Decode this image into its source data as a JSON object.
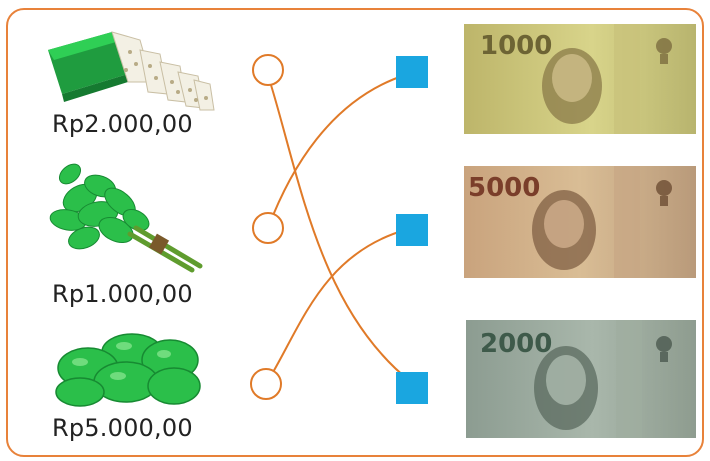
{
  "items": [
    {
      "name": "tempe",
      "price": "Rp2.000,00",
      "icon": "tempe-icon"
    },
    {
      "name": "kangkung",
      "price": "Rp1.000,00",
      "icon": "vegetable-bunch-icon"
    },
    {
      "name": "jeruk",
      "price": "Rp5.000,00",
      "icon": "green-fruits-icon"
    }
  ],
  "notes": [
    {
      "value": "1000",
      "icon": "banknote-1000-icon"
    },
    {
      "value": "5000",
      "icon": "banknote-5000-icon"
    },
    {
      "value": "2000",
      "icon": "banknote-2000-icon"
    }
  ],
  "matches": [
    {
      "item": 0,
      "note": 2
    },
    {
      "item": 1,
      "note": 0
    },
    {
      "item": 2,
      "note": 1
    }
  ],
  "colors": {
    "frame": "#e8823a",
    "line": "#e07a28",
    "square": "#1aa6e0",
    "leaf": "#2bbf4a"
  }
}
